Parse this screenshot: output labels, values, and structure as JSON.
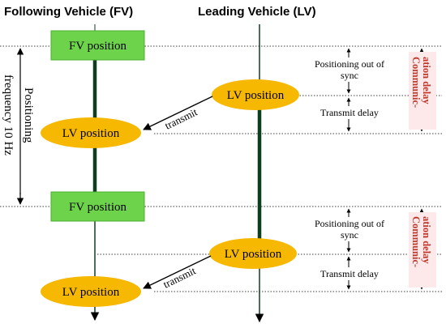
{
  "headers": {
    "fv": "Following Vehicle (FV)",
    "lv": "Leading Vehicle (LV)"
  },
  "boxes": {
    "fv_position_1": "FV position",
    "fv_position_2": "FV position",
    "lv_position_lv_1": "LV position",
    "lv_position_lv_2": "LV position",
    "lv_position_fv_1": "LV position",
    "lv_position_fv_2": "LV position"
  },
  "arrows": {
    "transmit_1": "transmit",
    "transmit_2": "transmit"
  },
  "left_annotation": {
    "line1": "Positioning",
    "line2": "frequency 10 Hz"
  },
  "delays": {
    "sync_1_line1": "Positioning out of",
    "sync_1_line2": "sync",
    "transmit_delay_1": "Transmit delay",
    "sync_2_line1": "Positioning out of",
    "sync_2_line2": "sync",
    "transmit_delay_2": "Transmit delay"
  },
  "comm_delay": {
    "label_1_line1": "Communic-",
    "label_1_line2": "ation delay",
    "label_2_line1": "Communic-",
    "label_2_line2": "ation delay"
  },
  "colors": {
    "fv_box": "#6dd34a",
    "lv_ellipse": "#f6b800",
    "timeline": "#0f3d1f",
    "red_label": "#c0392b",
    "red_box_bg": "#fde8ea"
  }
}
